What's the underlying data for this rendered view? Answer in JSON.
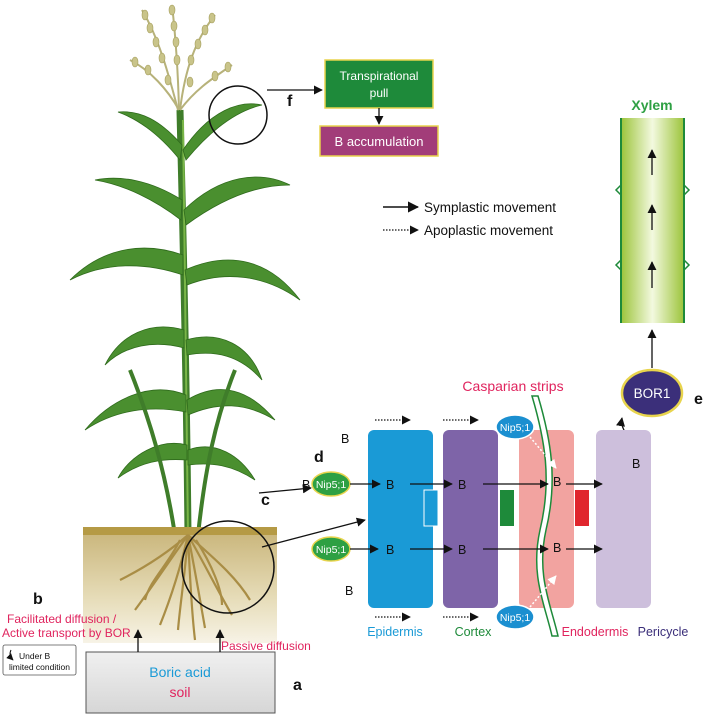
{
  "panels": {
    "a": "a",
    "b": "b",
    "c": "c",
    "d": "d",
    "e": "e",
    "f": "f"
  },
  "top_boxes": {
    "transpirational_line1": "Transpirational",
    "transpirational_line2": "pull",
    "b_accumulation": "B accumulation"
  },
  "legend": {
    "symplastic": "Symplastic movement",
    "apoplastic": "Apoplastic movement"
  },
  "xylem": {
    "label": "Xylem"
  },
  "bor1": {
    "label": "BOR1"
  },
  "casparian": {
    "label": "Casparian strips"
  },
  "tissues": {
    "epidermis": "Epidermis",
    "cortex": "Cortex",
    "endodermis": "Endodermis",
    "pericycle": "Pericycle"
  },
  "transporters": {
    "nip51": "Nip5;1"
  },
  "boron": {
    "symbol": "B"
  },
  "soil": {
    "line1": "Boric acid",
    "line2": "soil",
    "facilitated_line1": "Facilitated diffusion /",
    "facilitated_line2": "Active transport by BOR",
    "passive": "Passive diffusion",
    "under_line1": "Under B",
    "under_line2": "limited condition"
  },
  "colors": {
    "green_box": "#1e8a3a",
    "purple_box": "#a23d79",
    "epidermis": "#1a9ad6",
    "cortex": "#7e64a8",
    "endodermis": "#f2a3a0",
    "pericycle": "#cdbfdc",
    "nip_green": "#2ea043",
    "nip_blue": "#1b8fd0",
    "bor1": "#3b2f7a",
    "red_text": "#e0245e",
    "xylem": "#b5d44a"
  }
}
